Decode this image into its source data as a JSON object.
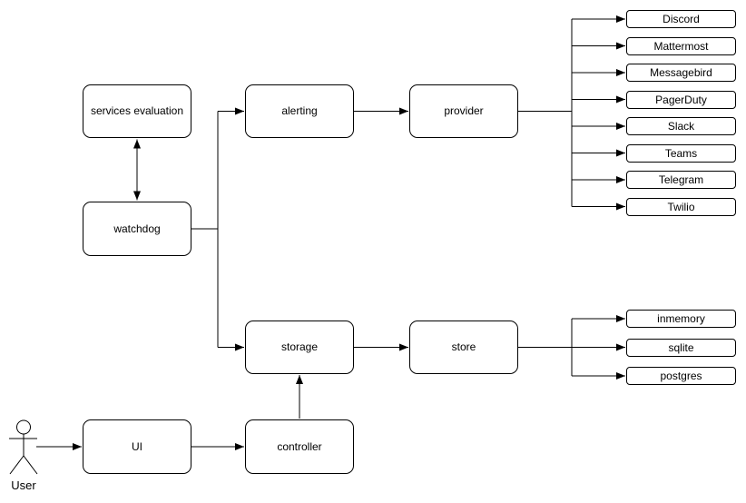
{
  "diagram": {
    "colors": {
      "background": "#ffffff",
      "line": "#000000",
      "node_fill": "#ffffff",
      "node_border": "#000000",
      "text": "#000000"
    },
    "nodes": {
      "services_evaluation": "services evaluation",
      "watchdog": "watchdog",
      "alerting": "alerting",
      "provider": "provider",
      "storage": "storage",
      "store": "store",
      "ui": "UI",
      "controller": "controller"
    },
    "providers": [
      "Discord",
      "Mattermost",
      "Messagebird",
      "PagerDuty",
      "Slack",
      "Teams",
      "Telegram",
      "Twilio"
    ],
    "stores": [
      "inmemory",
      "sqlite",
      "postgres"
    ],
    "actor": {
      "label": "User",
      "icon": "stick-figure-person-icon"
    },
    "edges": [
      "services evaluation <-> watchdog",
      "watchdog -> alerting",
      "watchdog -> storage",
      "alerting -> provider",
      "provider -> Discord",
      "provider -> Mattermost",
      "provider -> Messagebird",
      "provider -> PagerDuty",
      "provider -> Slack",
      "provider -> Teams",
      "provider -> Telegram",
      "provider -> Twilio",
      "storage -> store",
      "store -> inmemory",
      "store -> sqlite",
      "store -> postgres",
      "controller -> storage",
      "User -> UI",
      "UI -> controller"
    ]
  }
}
